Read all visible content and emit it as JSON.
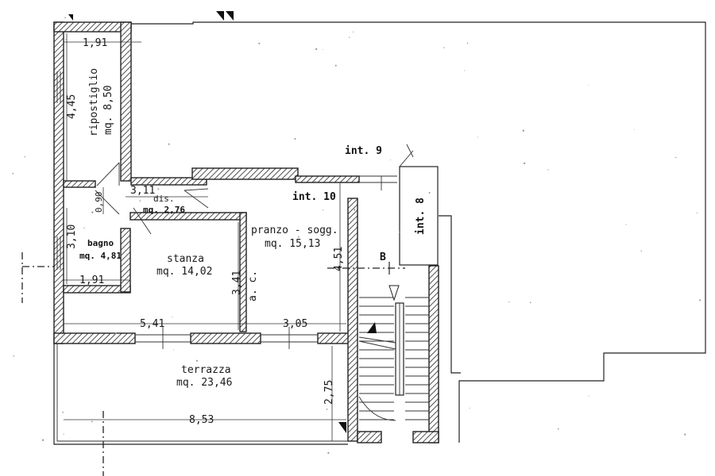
{
  "rooms": {
    "ripostiglio": {
      "name": "ripostiglio",
      "area": "mq. 8,50"
    },
    "bagno": {
      "name": "bagno",
      "area": "mq. 4,81"
    },
    "dis": {
      "name": "dis.",
      "area": "mq. 2,76"
    },
    "stanza": {
      "name": "stanza",
      "area": "mq. 14,02"
    },
    "pranzo": {
      "name": "pranzo - sogg.",
      "area": "mq. 15,13"
    },
    "terrazza": {
      "name": "terrazza",
      "area": "mq. 23,46"
    }
  },
  "labels": {
    "int9": "int. 9",
    "int10": "int. 10",
    "int8": "int. 8",
    "section": "B",
    "ac": "a. c."
  },
  "dimensions": {
    "rip_width": "1,91",
    "rip_height": "4,45",
    "dis_length": "3,11",
    "dis_width": "0,90",
    "bagno_height": "3,10",
    "bagno_width": "1,91",
    "stanza_height": "3,41",
    "pranzo_height": "4,51",
    "stanza_width": "5,41",
    "pranzo_width": "3,05",
    "terrazza_height": "2,75",
    "terrazza_width": "8,53"
  }
}
